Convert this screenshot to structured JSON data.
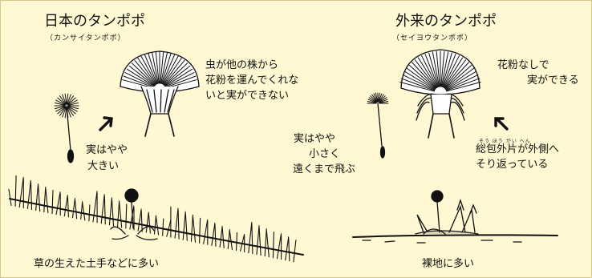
{
  "left": {
    "title": "日本のタンポポ",
    "subtitle": "（カンサイタンポポ）",
    "flower_note_1": "虫が他の株から",
    "flower_note_2": "花粉を運んでくれな",
    "flower_note_3": "いと実ができない",
    "seed_note_1": "実はやや",
    "seed_note_2": "大きい",
    "habitat": "草の生えた土手などに多い"
  },
  "right": {
    "title": "外来のタンポポ",
    "subtitle": "（セイヨウタンポポ）",
    "flower_note_1": "花粉なしで",
    "flower_note_2": "実ができる",
    "seed_note_1": "実はやや",
    "seed_note_2": "小さく",
    "seed_note_3": "遠くまで飛ぶ",
    "bract_ruby": "そう ほう がい へん",
    "bract_note_1": "総包外片が外側へ",
    "bract_note_2": "そり返っている",
    "habitat": "裸地に多い"
  },
  "colors": {
    "background": "#fff8d2",
    "ink": "#111111"
  }
}
